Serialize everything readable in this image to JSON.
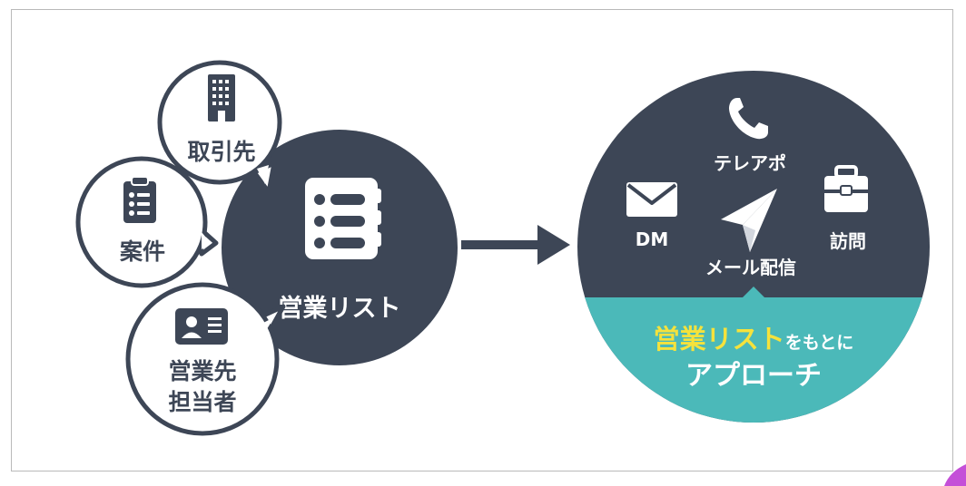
{
  "left_cluster": {
    "center_label": "営業リスト",
    "bubbles": {
      "torihikisaki": "取引先",
      "anken": "案件",
      "tantousha_line1": "営業先",
      "tantousha_line2": "担当者"
    }
  },
  "right_circle": {
    "channels": {
      "telapo": "テレアポ",
      "dm": "DM",
      "houmon": "訪問",
      "mail": "メール配信"
    },
    "banner": {
      "line1_highlight": "営業リスト",
      "line1_rest": "をもとに",
      "line2": "アプローチ"
    }
  },
  "colors": {
    "navy": "#3d4656",
    "teal": "#4bb9b9",
    "yellow": "#f5e23c",
    "white": "#ffffff",
    "accent_corner": "#c44fd8"
  },
  "icons": {
    "building": "building-icon",
    "clipboard": "clipboard-icon",
    "id_card": "id-card-icon",
    "list_book": "list-book-icon",
    "phone": "phone-icon",
    "mail": "mail-icon",
    "paper_plane": "paper-plane-icon",
    "briefcase": "briefcase-icon",
    "arrow": "arrow-right-icon"
  }
}
